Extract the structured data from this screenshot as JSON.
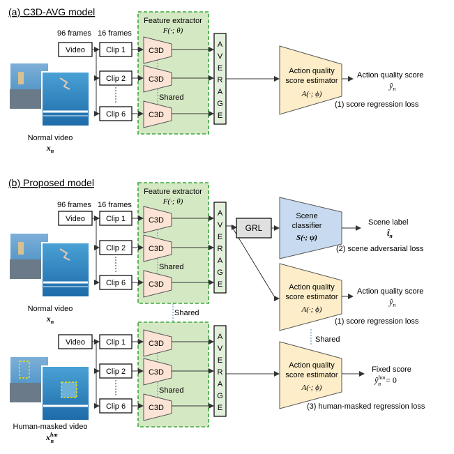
{
  "section_a": {
    "title": "(a) C3D-AVG model",
    "frames_96": "96 frames",
    "frames_16": "16 frames",
    "video": "Video",
    "clips": [
      "Clip 1",
      "Clip 2",
      "Clip 6"
    ],
    "extractor_title": "Feature extractor",
    "extractor_func": "F(·; θ)",
    "c3d": "C3D",
    "shared": "Shared",
    "average_letters": [
      "A",
      "V",
      "E",
      "R",
      "A",
      "G",
      "E"
    ],
    "estimator_line1": "Action quality",
    "estimator_line2": "score estimator",
    "estimator_func": "A(·; ϕ)",
    "output_label": "Action quality score",
    "output_symbol": "ŷ",
    "output_sub": "n",
    "loss": "(1) score regression loss",
    "input_label": "Normal video",
    "input_symbol": "x",
    "input_sub": "n"
  },
  "section_b": {
    "title": "(b) Proposed model",
    "frames_96": "96 frames",
    "frames_16": "16 frames",
    "video": "Video",
    "clips": [
      "Clip 1",
      "Clip 2",
      "Clip 6"
    ],
    "extractor_title": "Feature extractor",
    "extractor_func": "F(·; θ)",
    "c3d": "C3D",
    "shared": "Shared",
    "average_letters": [
      "A",
      "V",
      "E",
      "R",
      "A",
      "G",
      "E"
    ],
    "grl": "GRL",
    "scene_line1": "Scene",
    "scene_line2": "classifier",
    "scene_func": "S(·; ψ)",
    "scene_label": "Scene label",
    "scene_symbol": "t̂",
    "scene_sub": "n",
    "scene_loss": "(2) scene adversarial loss",
    "estimator_line1": "Action quality",
    "estimator_line2": "score estimator",
    "estimator_func": "A(·; ϕ)",
    "output_label": "Action quality score",
    "output_symbol": "ŷ",
    "output_sub": "n",
    "loss": "(1) score regression loss",
    "shared_between": "Shared",
    "input_label": "Normal video",
    "input_symbol": "x",
    "input_sub": "n",
    "masked_video": "Video",
    "masked_clips": [
      "Clip 1",
      "Clip 2",
      "Clip 6"
    ],
    "masked_input_label": "Human-masked video",
    "masked_input_symbol": "x",
    "masked_input_sub": "n",
    "masked_input_sup": "hm",
    "fixed_label": "Fixed score",
    "fixed_symbol": "ŷ",
    "fixed_sub": "n",
    "fixed_sup": "hm",
    "fixed_value": " = 0",
    "masked_loss": "(3) human-masked regression loss"
  },
  "colors": {
    "extractor_fill": "#d5e8c4",
    "extractor_border": "#3aa83a",
    "c3d_fill": "#fbe3d5",
    "average_fill": "#e2efda",
    "estimator_fill": "#fdedc8",
    "scene_fill": "#c7daf0",
    "grl_fill": "#e0e0e0",
    "dotted": "#5b85c4"
  }
}
